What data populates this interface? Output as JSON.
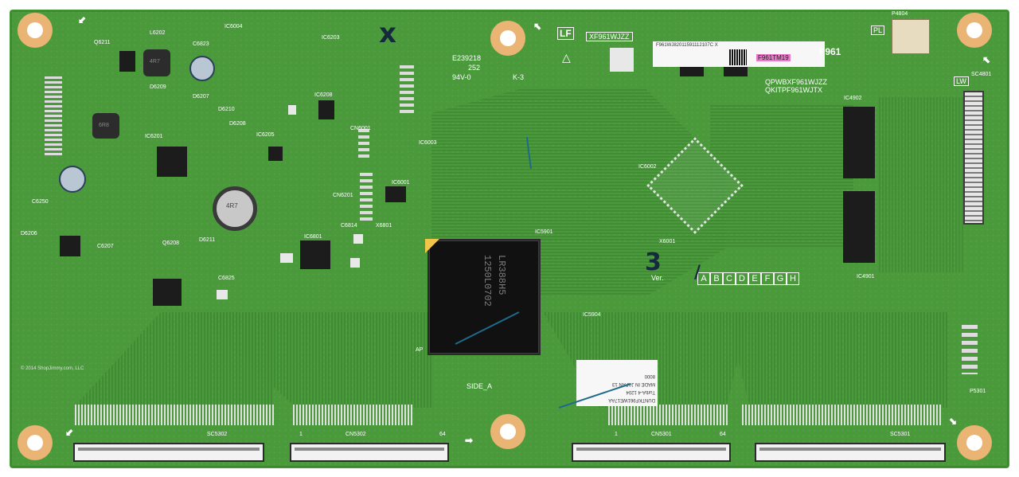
{
  "board": {
    "part_number": "XF961WJZZ",
    "sticker_code": "F961TM19",
    "model_suffix": "F961",
    "sticker_barcode_text": "F961WJ82011591112107C X",
    "qpw_code": "QPWBXF961WJZZ",
    "qki_code": "QKITPF961WJTX",
    "certification": "E239218",
    "flame_rating": "94V-0",
    "cert_suffix": "K-3",
    "cert_mark": "252",
    "lf_mark": "LF",
    "pl_mark": "PL",
    "lw_mark": "LW",
    "side_label": "SIDE_A",
    "ver_label": "Ver.",
    "ver_letters": [
      "A",
      "B",
      "C",
      "D",
      "E",
      "F",
      "G",
      "H"
    ],
    "copyright": "© 2014 ShopJimmy.com, LLC",
    "sticker_lines": [
      "DUNTKF961WE17AA",
      "TurbA-4 1204",
      "MADE IN JAPAN 13",
      "8000"
    ]
  },
  "chips": {
    "main_line1": "LR388H5",
    "main_line2": "1250L0702"
  },
  "silkscreen": [
    {
      "text": "IC6004"
    },
    {
      "text": "IC6203"
    },
    {
      "text": "IC6205"
    },
    {
      "text": "IC6208"
    },
    {
      "text": "IC6201"
    },
    {
      "text": "IC6003"
    },
    {
      "text": "IC6002"
    },
    {
      "text": "IC4902"
    },
    {
      "text": "IC4901"
    },
    {
      "text": "IC5901"
    },
    {
      "text": "IC5904"
    },
    {
      "text": "IC6801"
    },
    {
      "text": "IC6001"
    },
    {
      "text": "X6001"
    },
    {
      "text": "X6801"
    },
    {
      "text": "CN6001"
    },
    {
      "text": "CN6201"
    },
    {
      "text": "CN5302"
    },
    {
      "text": "CN5301"
    },
    {
      "text": "SC5302"
    },
    {
      "text": "SC5301"
    },
    {
      "text": "SC4801"
    },
    {
      "text": "P4804"
    },
    {
      "text": "P5301"
    },
    {
      "text": "Q6211"
    },
    {
      "text": "D6209"
    },
    {
      "text": "D6207"
    },
    {
      "text": "D6210"
    },
    {
      "text": "D6208"
    },
    {
      "text": "D6211"
    },
    {
      "text": "Q6208"
    },
    {
      "text": "C6250"
    },
    {
      "text": "D6206"
    },
    {
      "text": "C6207"
    },
    {
      "text": "C6825"
    },
    {
      "text": "C6814"
    },
    {
      "text": "L6202"
    },
    {
      "text": "C6823"
    },
    {
      "text": "4R7"
    },
    {
      "text": "6R8"
    },
    {
      "text": "4R7"
    },
    {
      "text": "AP"
    }
  ],
  "connector_pins": {
    "left_start": "1",
    "left_end": "64",
    "right_start": "1",
    "right_end": "64"
  },
  "annotations": {
    "x_mark": "x",
    "number_mark": "3",
    "check_mark": "/"
  }
}
